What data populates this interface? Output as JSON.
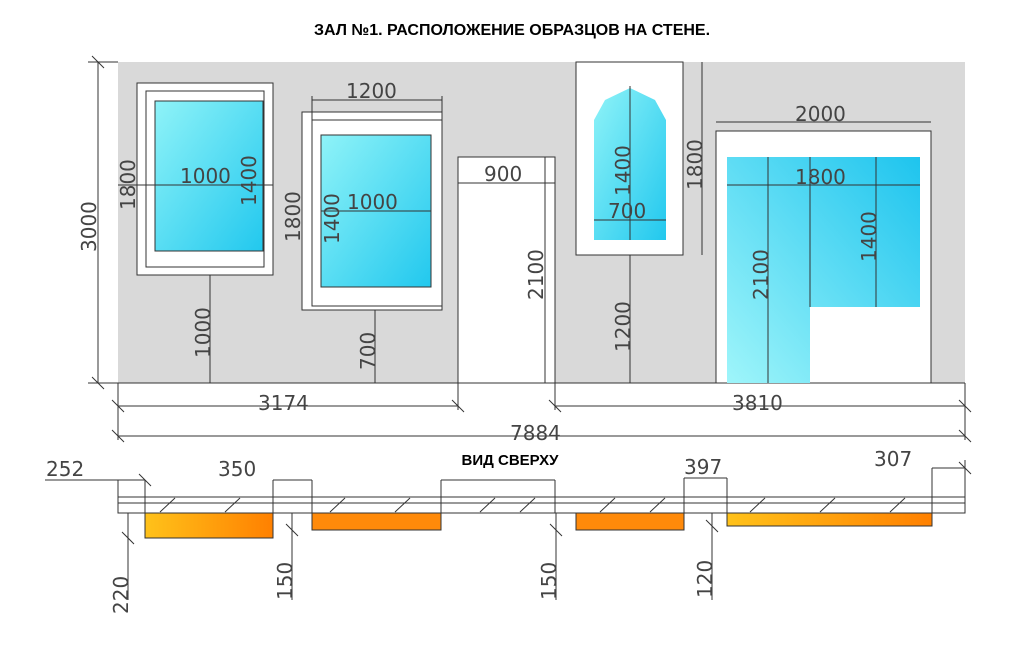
{
  "title": "ЗАЛ №1. РАСПОЛОЖЕНИЕ ОБРАЗЦОВ НА СТЕНЕ.",
  "top_view_label": "ВИД СВЕРХУ",
  "colors": {
    "wall": "#d9d9d9",
    "glass_light": "#8ff3f8",
    "glass_dark": "#22c8ee",
    "orange_light": "#ffc21a",
    "orange_dark": "#ff8000",
    "line": "#333333"
  },
  "dims": {
    "wall_height": "3000",
    "w1_outer_h": "1800",
    "w1_glass_w": "1000",
    "w1_glass_h": "1400",
    "w1_sill": "1000",
    "w2_outer_w": "1200",
    "w2_outer_h": "1800",
    "w2_glass_h": "1400",
    "w2_glass_w": "1000",
    "w2_sill": "700",
    "door_w": "900",
    "door_h": "2100",
    "arch_glass_h": "1400",
    "arch_outer_h": "1800",
    "arch_glass_w": "700",
    "arch_sill": "1200",
    "big_outer_w": "2000",
    "big_glass_w": "1800",
    "big_glass_h": "1400",
    "big_door_h": "2100",
    "left_run": "3174",
    "right_run": "3810",
    "total": "7884"
  },
  "top_dims": {
    "offset_left": "252",
    "gap_1": "350",
    "gap_2": "397",
    "offset_right": "307",
    "depth_1": "220",
    "depth_2": "150",
    "depth_3": "150",
    "depth_4": "120"
  }
}
